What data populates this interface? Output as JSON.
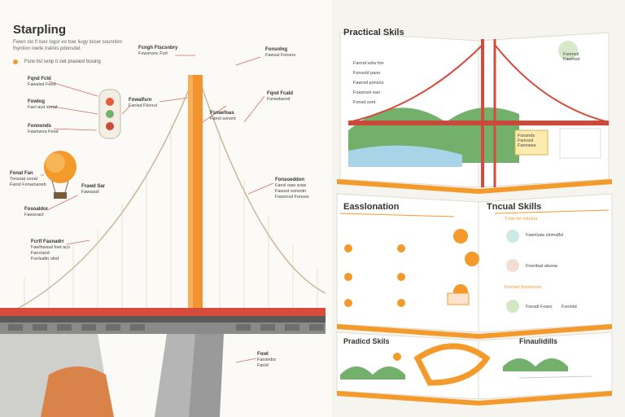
{
  "left": {
    "title": "Starpling",
    "subtitle": "Fwwn sto fl lseir logor eo toer liugy loiser sounntinr fnyntion rowte tralinis pdonsdel.",
    "sub2": "Fsrw tisl sxnp ti swt praoiesl bosing",
    "labels": [
      {
        "title": "Fqnd Fcld",
        "text": "Fawalsd Fond"
      },
      {
        "title": "Fowlog",
        "text": "Fanl aud sonat"
      },
      {
        "title": "Fonnonds",
        "text": "Fawnwoa Fond"
      },
      {
        "title": "Fonat Fan",
        "text": "Tonsoat oxnal\nFanst Fonamaoeb"
      },
      {
        "title": "Fosoaldor",
        "text": "Fawsnaol"
      },
      {
        "title": "Fcrtf Fasnadrr",
        "text": "Fawlhwawl foet aco\nFanclaod\nFonlsaltn olnd"
      },
      {
        "title": "Fcngh Ftscsnbry",
        "text": "Fowsnsnc Forl"
      },
      {
        "title": "Fowalfsrn",
        "text": "Fanlsd Ftsnrul"
      },
      {
        "title": "Fsnaefoas",
        "text": "Fanol sonont"
      },
      {
        "title": "Fonsnlng",
        "text": "Fawsal Fonsns"
      },
      {
        "title": "Fonsoeddon",
        "text": "Fansl oaw sraw\nFawsst sonsntn\nFswonsd Fonsos"
      },
      {
        "title": "Fqnd Fcald",
        "text": "Fsnwdaond"
      },
      {
        "title": "Frawd Sar",
        "text": "Fawsaoll"
      },
      {
        "title": "Fowl",
        "text": "Fanslrdor\nFanld"
      }
    ]
  },
  "right": {
    "book1_title": "Practical Skils",
    "book2_title": "Easslonation",
    "book3_title": "Tncual Skills",
    "book4_title": "Pradicd Skils",
    "book5_title": "Finaulidills",
    "book1_list": [
      "Farmd solw fon",
      "Fonsold pann",
      "Fawrsd ponsns",
      "Foasnsol ean",
      "Fonsd sont"
    ],
    "book3_list": [
      "Fawrlsaw slnmalfsl",
      "Fnsrdsat alssna",
      "Fonsdl Foaro",
      "Fonmtd"
    ],
    "orange_heading": "Tnsw fol srtudna",
    "orange_heading2": "Fonnsd Sonlnsnns",
    "callout": "Fonsnds\nFsnnsol\nFannswa",
    "callout2": "Fsnnsol\nFawlnsd"
  },
  "colors": {
    "orange": "#f39a2b",
    "tower": "#f1942f",
    "red": "#d64b3b",
    "green": "#72b06b",
    "water": "#a9d4e8",
    "gray": "#6b6b6b"
  }
}
